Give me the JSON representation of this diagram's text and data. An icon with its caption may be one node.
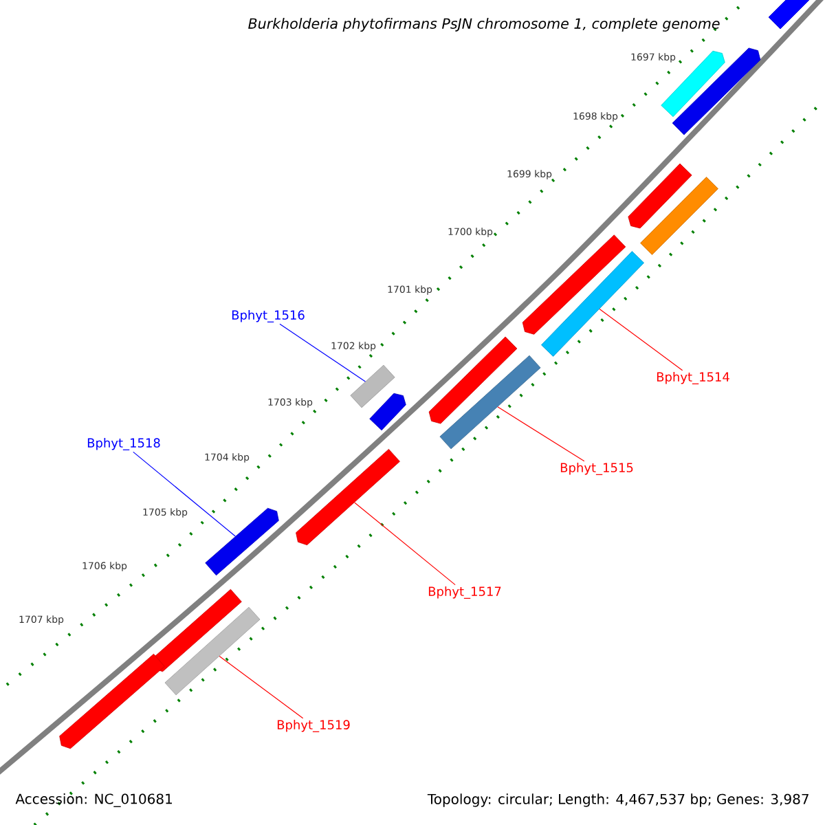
{
  "diagram": {
    "title": "Burkholderia phytofirmans PsJN chromosome 1, complete genome",
    "nodes": [
      {
        "text": [
          "Bphyt_1516"
        ]
      },
      {
        "text": [
          "Bphyt_1518"
        ]
      },
      {
        "text": [
          "Bphyt_1514"
        ]
      },
      {
        "text": [
          "Bphyt_1515"
        ]
      },
      {
        "text": [
          "Bphyt_1517"
        ]
      },
      {
        "text": [
          "Bphyt_1519"
        ]
      },
      {
        "text": [],
        "shape": "arrow"
      },
      {
        "text": [],
        "shape": "arrow"
      },
      {
        "text": [],
        "shape": "arrow"
      },
      {
        "text": [],
        "shape": "arrow"
      },
      {
        "text": [],
        "shape": "bar"
      },
      {
        "text": [],
        "shape": "arrow"
      },
      {
        "text": [],
        "shape": "bar"
      },
      {
        "text": [],
        "shape": "bar"
      },
      {
        "text": [],
        "shape": "arrow"
      },
      {
        "text": [],
        "shape": "arrow"
      },
      {
        "text": [],
        "shape": "bar"
      },
      {
        "text": [],
        "shape": "arrow"
      },
      {
        "text": [],
        "shape": "arrow"
      },
      {
        "text": [],
        "shape": "arrow"
      },
      {
        "text": [],
        "shape": "bar"
      },
      {
        "text": [],
        "shape": "arrow"
      }
    ],
    "edges": [
      {
        "from": 0,
        "to": 13,
        "arrow": "none",
        "color": "#0000ff"
      },
      {
        "from": 1,
        "to": 18,
        "arrow": "none",
        "color": "#0000ff"
      },
      {
        "from": 2,
        "to": 12,
        "arrow": "none"
      },
      {
        "from": 3,
        "to": 16,
        "arrow": "none"
      },
      {
        "from": 4,
        "to": 17,
        "arrow": "none"
      },
      {
        "from": 5,
        "to": 20,
        "arrow": "none"
      }
    ],
    "labels": [
      "1697 kbp",
      "1698 kbp",
      "1699 kbp",
      "1700 kbp",
      "1701 kbp",
      "1702 kbp",
      "1703 kbp",
      "1704 kbp",
      "1705 kbp",
      "1706 kbp",
      "1707 kbp",
      "Accession: NC_010681",
      "Topology: circular; Length: 4,467,537 bp; Genes: 3,987"
    ]
  }
}
